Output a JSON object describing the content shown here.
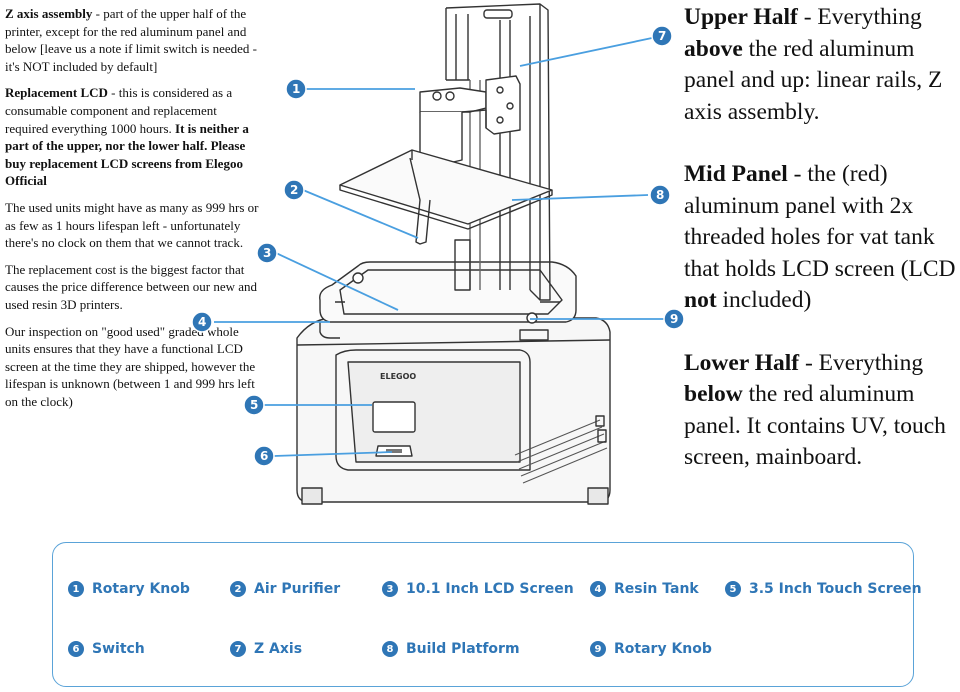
{
  "left_notes": {
    "z_axis": {
      "title": "Z axis assembly",
      "text": " - part of the upper half of the printer, except for the red aluminum panel and below [leave us a note if limit switch is needed - it's NOT included by default]"
    },
    "lcd": {
      "title": "Replacement LCD",
      "text": " - this is considered as a consumable component and replacement required everything 1000 hours. ",
      "bold": "It is neither a part of the upper, nor the lower half. Please buy replacement LCD screens from Elegoo Official"
    },
    "used_units": "The used units might have as many as 999 hrs or as few as 1 hours lifespan left - unfortunately there's no clock on them that we cannot track.",
    "cost": "The replacement cost is the biggest factor that causes the price difference between our new and used resin 3D printers.",
    "inspection": "Our inspection on \"good used\" graded whole units ensures that they have a functional LCD screen at the time they are shipped, however the lifespan is unknown (between 1 and 999 hrs left on the clock)"
  },
  "right_notes": {
    "upper": {
      "title": "Upper Half",
      "pre": " - Everything ",
      "bold": "above",
      "post": " the red aluminum panel and up: linear rails, Z axis assembly."
    },
    "mid": {
      "title": "Mid Panel",
      "pre": " - the (red) aluminum panel with 2x threaded holes for vat tank that holds LCD screen (LCD ",
      "bold": "not",
      "post": " included)"
    },
    "lower": {
      "title": "Lower Half",
      "pre": " - Everything ",
      "bold": "below",
      "post": " the red aluminum panel. It contains UV, touch screen, mainboard."
    }
  },
  "callouts": [
    "1",
    "2",
    "3",
    "4",
    "5",
    "6",
    "7",
    "8",
    "9"
  ],
  "printer_brand": "ELEGOO",
  "legend": [
    {
      "num": "1",
      "label": "Rotary Knob"
    },
    {
      "num": "2",
      "label": "Air Purifier"
    },
    {
      "num": "3",
      "label": "10.1 Inch LCD Screen"
    },
    {
      "num": "4",
      "label": "Resin Tank"
    },
    {
      "num": "5",
      "label": "3.5 Inch Touch Screen"
    },
    {
      "num": "6",
      "label": "Switch"
    },
    {
      "num": "7",
      "label": "Z Axis"
    },
    {
      "num": "8",
      "label": "Build Platform"
    },
    {
      "num": "9",
      "label": "Rotary Knob"
    }
  ],
  "colors": {
    "accent": "#2f76b6",
    "legend_border": "#5aa3d8",
    "line": "#333333"
  }
}
